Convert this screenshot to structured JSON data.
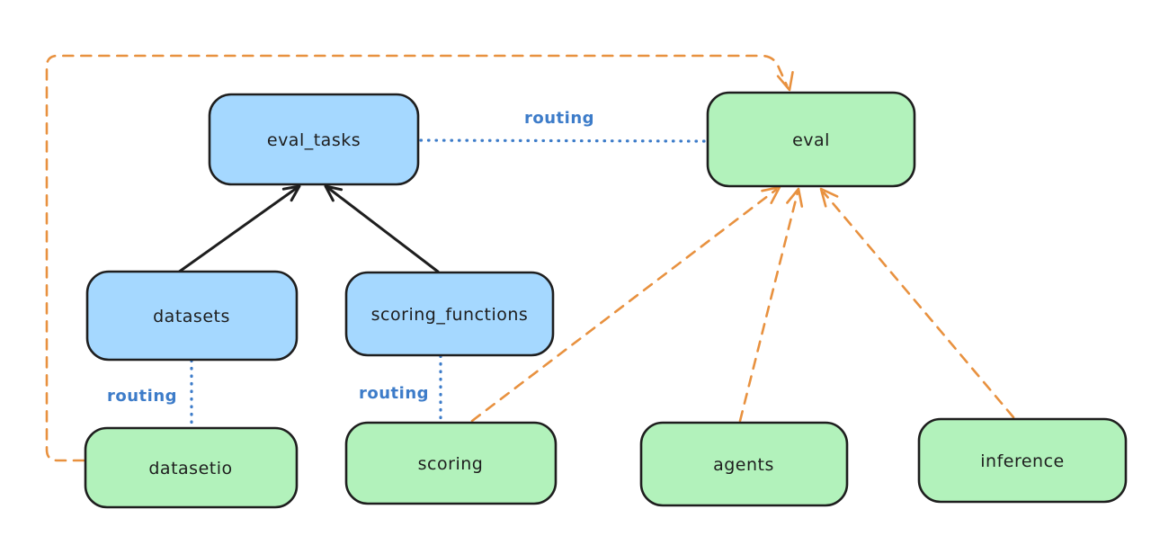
{
  "diagram": {
    "nodes": {
      "eval_tasks": {
        "label": "eval_tasks",
        "color": "blue"
      },
      "eval": {
        "label": "eval",
        "color": "green"
      },
      "datasets": {
        "label": "datasets",
        "color": "blue"
      },
      "scoring_functions": {
        "label": "scoring_functions",
        "color": "blue"
      },
      "datasetio": {
        "label": "datasetio",
        "color": "green"
      },
      "scoring": {
        "label": "scoring",
        "color": "green"
      },
      "agents": {
        "label": "agents",
        "color": "green"
      },
      "inference": {
        "label": "inference",
        "color": "green"
      }
    },
    "edges": {
      "eval_tasks_to_eval": {
        "from": "eval_tasks",
        "to": "eval",
        "style": "dotted",
        "color": "blue",
        "label": "routing"
      },
      "datasets_to_datasetio": {
        "from": "datasets",
        "to": "datasetio",
        "style": "dotted",
        "color": "blue",
        "label": "routing"
      },
      "scoring_functions_to_scoring": {
        "from": "scoring_functions",
        "to": "scoring",
        "style": "dotted",
        "color": "blue",
        "label": "routing"
      },
      "datasets_to_eval_tasks": {
        "from": "datasets",
        "to": "eval_tasks",
        "style": "solid-arrow",
        "color": "black"
      },
      "scoring_functions_to_eval_tasks": {
        "from": "scoring_functions",
        "to": "eval_tasks",
        "style": "solid-arrow",
        "color": "black"
      },
      "datasetio_to_eval": {
        "from": "datasetio",
        "to": "eval",
        "style": "dashed-arrow",
        "color": "orange"
      },
      "scoring_to_eval": {
        "from": "scoring",
        "to": "eval",
        "style": "dashed-arrow",
        "color": "orange"
      },
      "agents_to_eval": {
        "from": "agents",
        "to": "eval",
        "style": "dashed-arrow",
        "color": "orange"
      },
      "inference_to_eval": {
        "from": "inference",
        "to": "eval",
        "style": "dashed-arrow",
        "color": "orange"
      }
    }
  },
  "colors": {
    "background": "#ffffff",
    "node_border": "#1e1e1e",
    "blue_node_fill": "#a5d8ff",
    "green_node_fill": "#b2f2bb",
    "black_edge": "#1e1e1e",
    "orange_edge": "#e8913f",
    "blue_edge": "#3d7cc9"
  }
}
